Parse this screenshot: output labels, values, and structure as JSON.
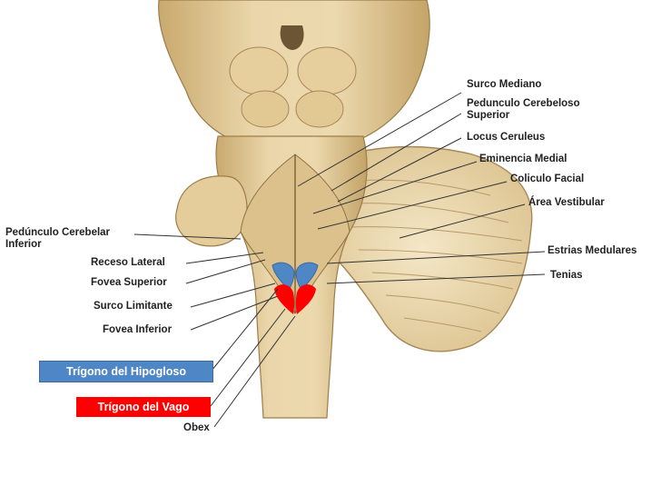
{
  "labels": {
    "surco_mediano": "Surco Mediano",
    "pedunculo_superior_1": "Pedunculo Cerebeloso",
    "pedunculo_superior_2": "Superior",
    "locus_ceruleus": "Locus Ceruleus",
    "eminencia_medial": "Eminencia Medial",
    "coliculo_facial": "Coliculo Facial",
    "area_vestibular": "Área Vestibular",
    "estrias_medulares": "Estrias Medulares",
    "tenias": "Tenias",
    "pedunculo_inferior_1": "Pedúnculo Cerebelar",
    "pedunculo_inferior_2": "Inferior",
    "receso_lateral": "Receso Lateral",
    "fovea_superior": "Fovea Superior",
    "surco_limitante": "Surco Limitante",
    "fovea_inferior": "Fovea Inferior",
    "obex": "Obex"
  },
  "highlights": {
    "hipogloso": "Trígono del Hipogloso",
    "vago": "Trígono del Vago"
  },
  "colors": {
    "hipogloso": "#4f86c6",
    "vago": "#ff0000",
    "tissue": "#e8d3a6",
    "tissue_dark": "#b89a66",
    "cerebellum": "#efe0bd",
    "leader_line": "#333333"
  }
}
